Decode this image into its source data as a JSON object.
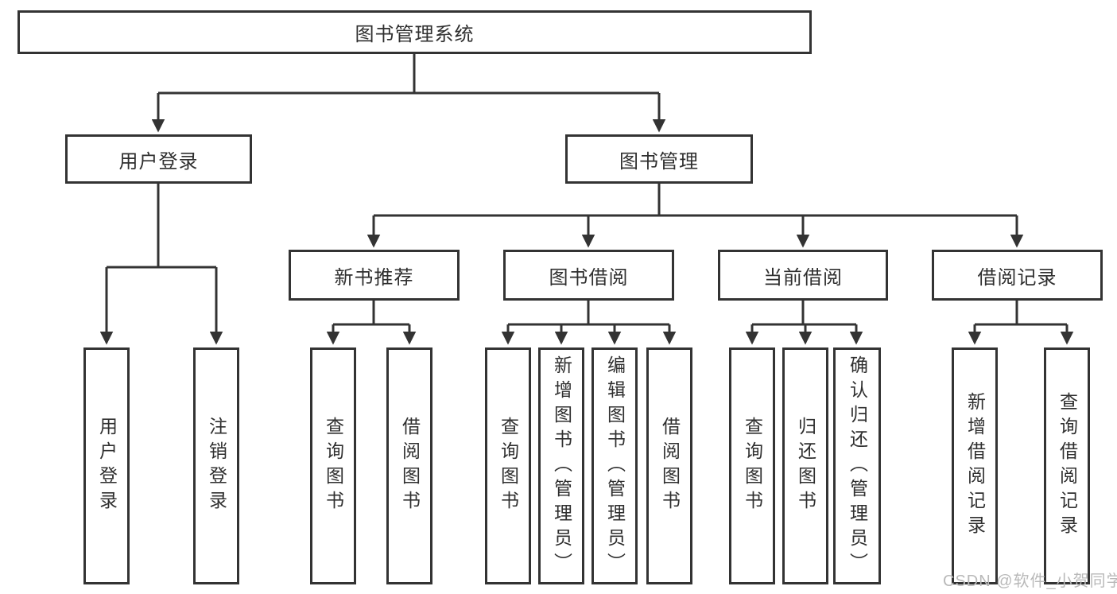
{
  "tree": {
    "root": "图书管理系统",
    "branches": [
      {
        "label": "用户登录",
        "children": [
          "用户登录",
          "注销登录"
        ]
      },
      {
        "label": "图书管理",
        "groups": [
          {
            "label": "新书推荐",
            "children": [
              "查询图书",
              "借阅图书"
            ]
          },
          {
            "label": "图书借阅",
            "children": [
              "查询图书",
              "新增图书（管理员）",
              "编辑图书（管理员）",
              "借阅图书"
            ]
          },
          {
            "label": "当前借阅",
            "children": [
              "查询图书",
              "归还图书",
              "确认归还（管理员）"
            ]
          },
          {
            "label": "借阅记录",
            "children": [
              "新增借阅记录",
              "查询借阅记录"
            ]
          }
        ]
      }
    ]
  },
  "watermark": "CSDN @软件_小贺同学",
  "colors": {
    "line": "#333333",
    "text": "#2f2f2f",
    "watermark": "#b9b9b9",
    "background": "#ffffff"
  }
}
